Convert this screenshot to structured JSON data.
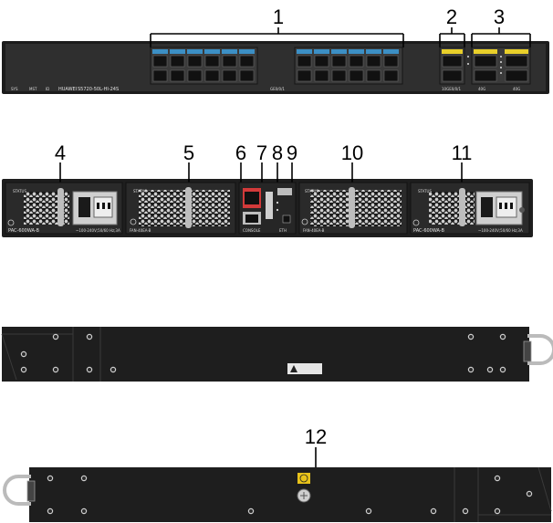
{
  "callouts": [
    "1",
    "2",
    "3",
    "4",
    "5",
    "6",
    "7",
    "8",
    "9",
    "10",
    "11",
    "12"
  ],
  "front_panel": {
    "brand": "HUAWEI",
    "model": "S5720-50L-HI-24S",
    "indicators": [
      "SYS",
      "MST",
      "ID"
    ],
    "port_range_label": "GE0/0/1",
    "combo_label": "10GE0/0/1",
    "sfp_labels": [
      "40G",
      "40G"
    ]
  },
  "rear_panel": {
    "power_left": "PAC-600WA-B",
    "power_right": "PAC-600WA-B",
    "fan_left": "FAN-40EA-B",
    "fan_right": "FAN-40EA-B",
    "status": "STATUS",
    "ac_rating": "~100-240V;50/60 Hz;3A",
    "console": "CONSOLE",
    "eth": "ETH"
  },
  "colors": {
    "chassis": "#222222",
    "front": "#2e2e2e",
    "port_label_blue": "#3c8fc4",
    "port_label_yellow": "#e8cf2a",
    "ground_label": "#e8c21a"
  }
}
